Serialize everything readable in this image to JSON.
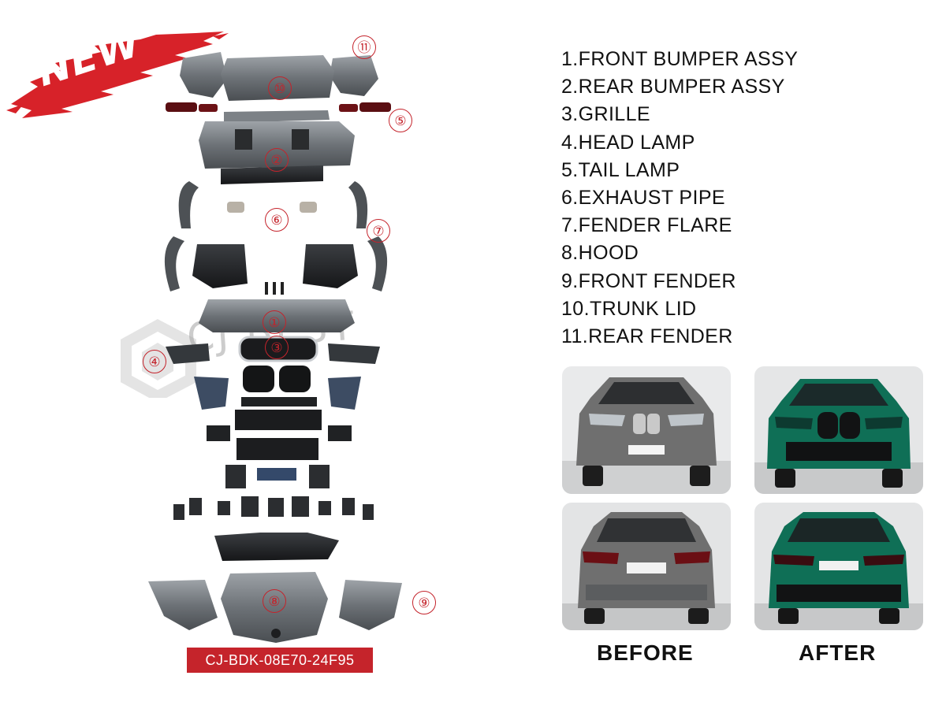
{
  "banner": {
    "label": "NEW"
  },
  "watermark": {
    "text": "CJ BEST"
  },
  "product_code": "CJ-BDK-08E70-24F95",
  "callouts": [
    "⑪",
    "⑩",
    "⑤",
    "②",
    "⑥",
    "⑦",
    "①",
    "③",
    "④",
    "⑧",
    "⑨"
  ],
  "parts_list": [
    "1.FRONT BUMPER ASSY",
    "2.REAR BUMPER ASSY",
    "3.GRILLE",
    "4.HEAD LAMP",
    "5.TAIL LAMP",
    "6.EXHAUST PIPE",
    "7.FENDER FLARE",
    "8.HOOD",
    "9.FRONT FENDER",
    "10.TRUNK LID",
    "11.REAR FENDER"
  ],
  "comparison": {
    "before_label": "BEFORE",
    "after_label": "AFTER"
  },
  "colors": {
    "accent_red": "#c5242b",
    "car_before": "#6f6f6f",
    "car_after": "#0f6f56"
  }
}
